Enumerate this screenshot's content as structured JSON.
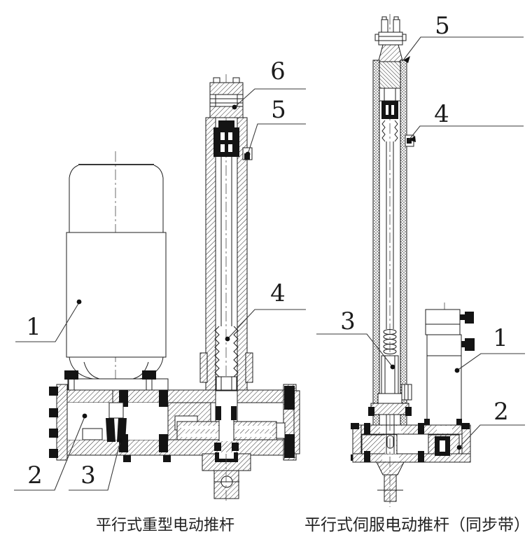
{
  "diagram": {
    "background": "#ffffff",
    "ink": "#1c1c1c",
    "figures": {
      "left": {
        "caption": "平行式重型电动推杆",
        "callouts": {
          "n1": "1",
          "n2": "2",
          "n3": "3",
          "n4": "4",
          "n5": "5",
          "n6": "6"
        }
      },
      "right": {
        "caption": "平行式伺服电动推杆（同步带）",
        "callouts": {
          "n1": "1",
          "n2": "2",
          "n3": "3",
          "n4": "4",
          "n5": "5"
        }
      }
    }
  }
}
